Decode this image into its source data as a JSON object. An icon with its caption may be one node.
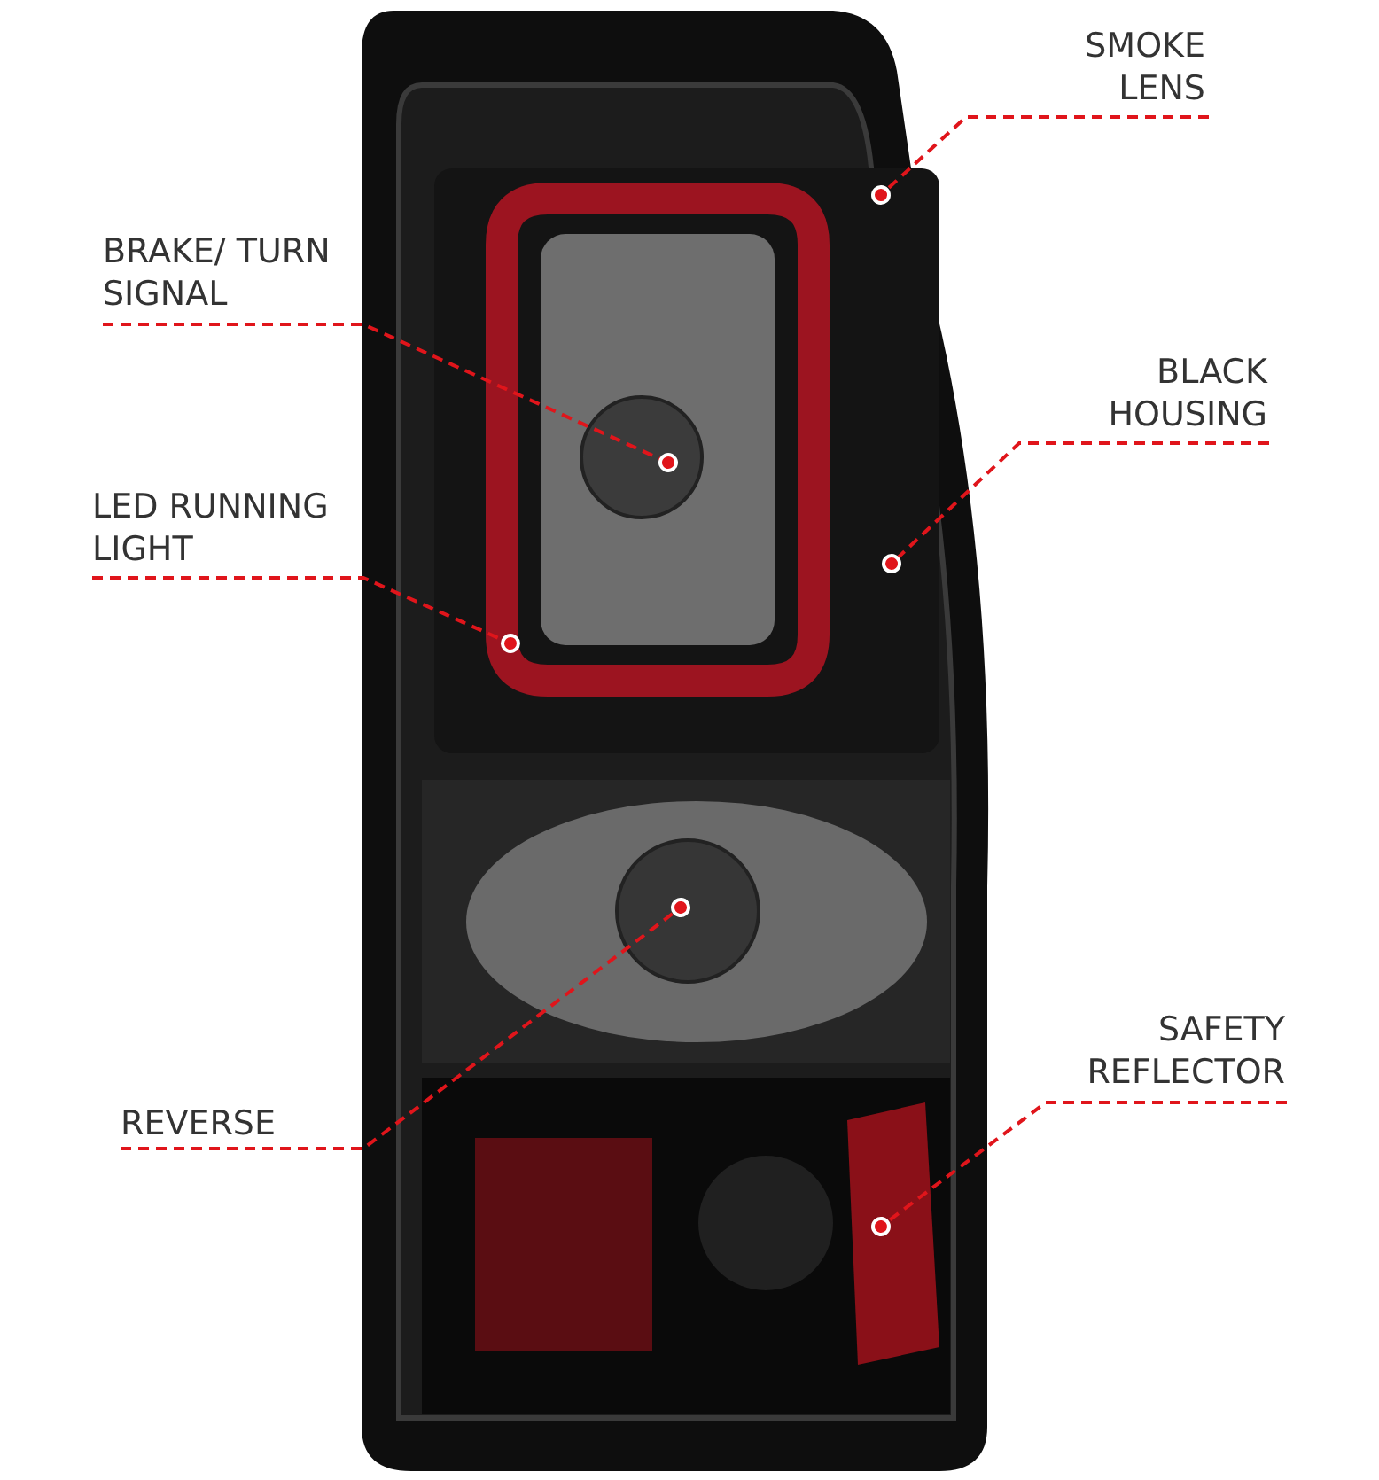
{
  "diagram": {
    "nodes": [
      {
        "text": [
          "SMOKE LENS"
        ]
      },
      {
        "text": [
          "BRAKE/ TURN SIGNAL"
        ]
      },
      {
        "text": [
          "BLACK HOUSING"
        ]
      },
      {
        "text": [
          "LED RUNNING LIGHT"
        ]
      },
      {
        "text": [
          "REVERSE"
        ]
      },
      {
        "text": [
          "SAFETY REFLECTOR"
        ]
      },
      {
        "text": [],
        "shape": "box",
        "in": 8
      },
      {
        "text": [],
        "shape": "circle",
        "in": 9
      },
      {
        "text": [],
        "shape": "box"
      },
      {
        "text": [],
        "shape": "box",
        "in": 6
      },
      {
        "text": [],
        "shape": "circle",
        "in": 6
      },
      {
        "text": [],
        "shape": "box",
        "in": 6
      }
    ],
    "edges": [
      {
        "from": 0,
        "to": 6,
        "arrow": "other"
      },
      {
        "from": 1,
        "to": 7,
        "arrow": "other"
      },
      {
        "from": 2,
        "to": 8,
        "arrow": "other"
      },
      {
        "from": 3,
        "to": 9,
        "arrow": "other"
      },
      {
        "from": 4,
        "to": 10,
        "arrow": "other"
      },
      {
        "from": 5,
        "to": 11,
        "arrow": "other"
      }
    ]
  }
}
